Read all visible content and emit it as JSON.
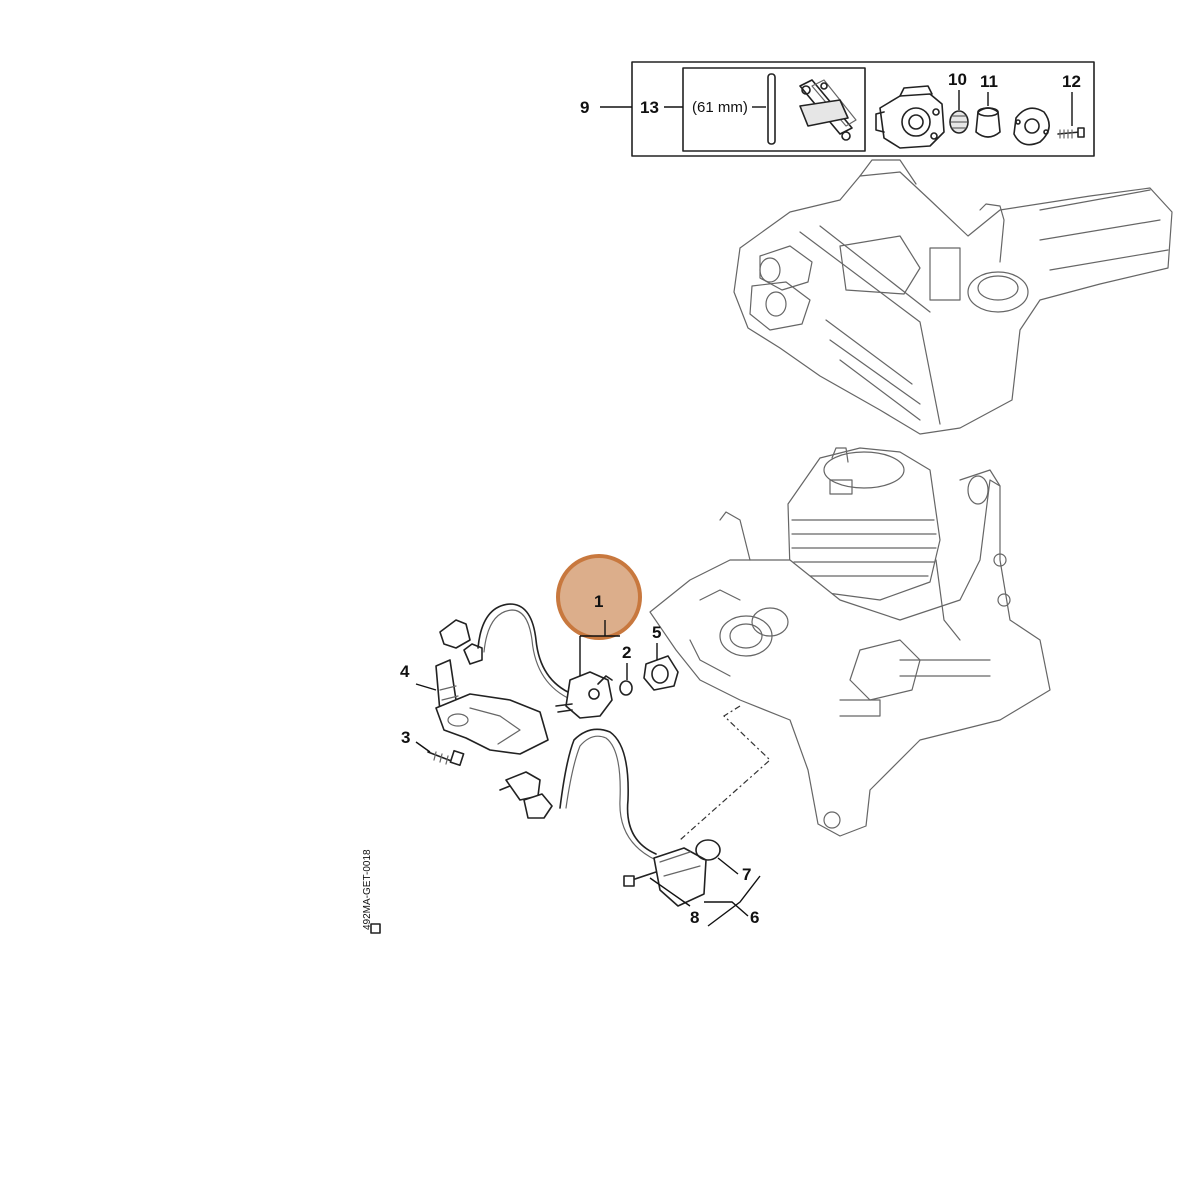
{
  "callouts": {
    "c1": "1",
    "c2": "2",
    "c3": "3",
    "c4": "4",
    "c5": "5",
    "c6": "6",
    "c7": "7",
    "c8": "8",
    "c9": "9",
    "c10": "10",
    "c11": "11",
    "c12": "12",
    "c13": "13"
  },
  "kit_box": {
    "tube_length_label": "(61 mm)"
  },
  "drawing_code": "492MA-GET-0018",
  "colors": {
    "highlight_fill": "#dcae8b",
    "highlight_stroke": "#c8783e",
    "line": "#222222"
  }
}
